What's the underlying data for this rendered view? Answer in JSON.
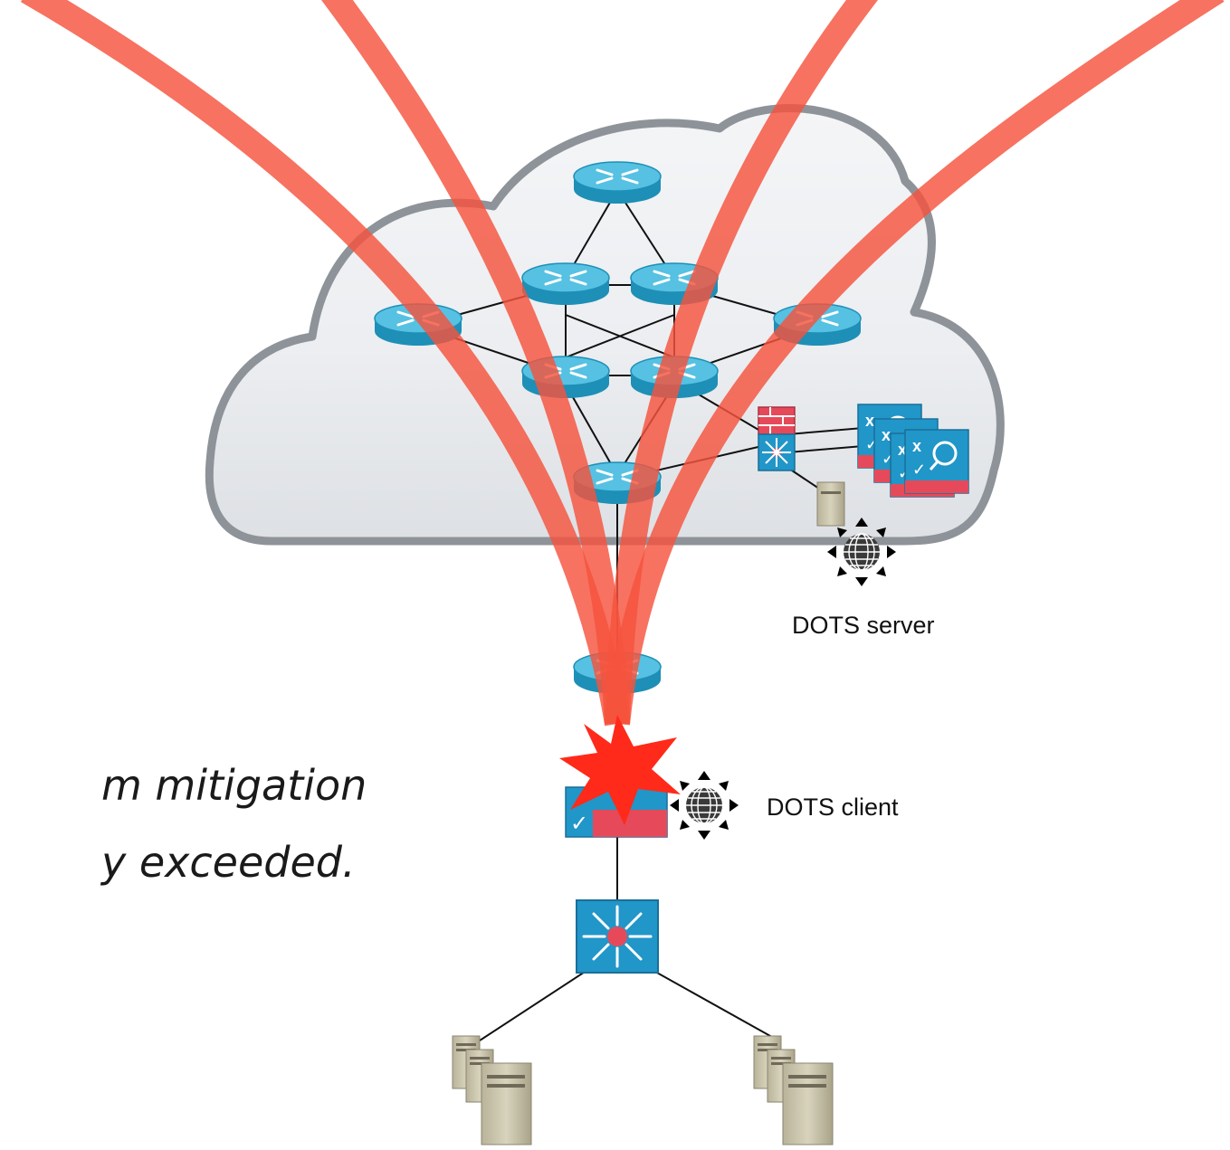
{
  "labels": {
    "dots_server": "DOTS server",
    "dots_client": "DOTS client"
  },
  "caption": {
    "line1": "m mitigation",
    "line2": "y exceeded."
  },
  "colors": {
    "attack_stream": "#f55a42",
    "burst": "#ff2a1a",
    "router": "#2aa6cf",
    "router_top": "#55c3e4",
    "switch": "#2196c8",
    "firewall_red": "#e64a5a",
    "server": "#c9c4aa",
    "cloud_fill": "#eef0f3",
    "cloud_stroke": "#8e9399",
    "link": "#111111"
  },
  "icons": {
    "router": "router-icon",
    "switch": "multilayer-switch-icon",
    "firewall": "firewall-icon",
    "ids": "ids-icon",
    "server": "server-icon",
    "dots_agent": "dots-globe-icon",
    "burst": "attack-burst-icon"
  }
}
